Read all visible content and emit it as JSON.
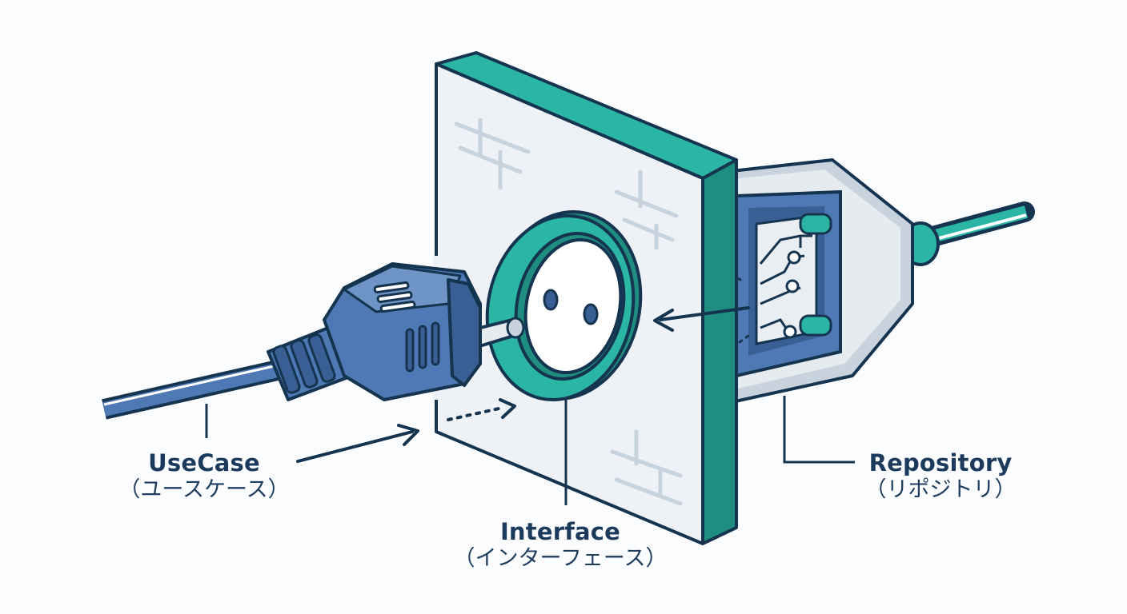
{
  "labels": {
    "usecase": {
      "en": "UseCase",
      "ja": "（ユースケース）"
    },
    "interface": {
      "en": "Interface",
      "ja": "（インターフェース）"
    },
    "repository": {
      "en": "Repository",
      "ja": "（リポジトリ）"
    }
  },
  "colors": {
    "outline": "#15344f",
    "teal": "#2bb5a4",
    "teal_dark": "#1f8d80",
    "blue": "#4e79b4",
    "blue_dark": "#3a5f94",
    "panel": "#eef1f5",
    "brick": "#c7d3de",
    "housing": "#c9d3de"
  },
  "icons": [
    "plug-icon",
    "socket-icon",
    "wall-panel-icon",
    "circuit-board-icon",
    "cable-icon"
  ]
}
